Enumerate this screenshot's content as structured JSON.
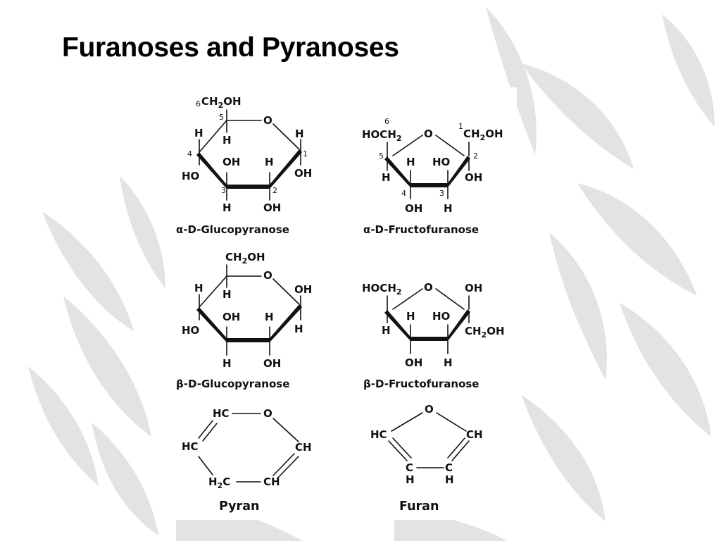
{
  "slide": {
    "title": "Furanoses and Pyranoses"
  },
  "structures": {
    "alpha_glucopyranose": {
      "ch2oh_num": "6",
      "ch2oh_a": "CH",
      "ch2oh_sub": "2",
      "ch2oh_b": "OH",
      "c5_num": "5",
      "o": "O",
      "c5_h": "H",
      "c4_h": "H",
      "c4_num": "4",
      "c4_oh": "HO",
      "c3_oh": "OH",
      "c2_h": "H",
      "c3_num": "3",
      "c2_num": "2",
      "c3_h": "H",
      "c2_oh": "OH",
      "c1_h": "H",
      "c1_num": "1",
      "c1_oh": "OH",
      "caption_sym": "α",
      "caption_d": "-D-",
      "caption_name": "Glucopyranose"
    },
    "alpha_fructofuranose": {
      "c6_num": "6",
      "c6_a": "HOCH",
      "c6_sub": "2",
      "o": "O",
      "c1_num": "1",
      "c1_a": "CH",
      "c1_sub": "2",
      "c1_b": "OH",
      "c5_num": "5",
      "c2_num": "2",
      "c5_h": "H",
      "c4_h": "H",
      "c3_oh": "HO",
      "c2_oh": "OH",
      "c4_num": "4",
      "c3_num": "3",
      "c4_oh": "OH",
      "c3_h": "H",
      "caption_sym": "α",
      "caption_d": "-D-",
      "caption_name": "Fructofuranose"
    },
    "beta_glucopyranose": {
      "ch2oh_a": "CH",
      "ch2oh_sub": "2",
      "ch2oh_b": "OH",
      "o": "O",
      "c4_h": "H",
      "c5_h": "H",
      "c1_oh": "OH",
      "c3_oh": "OH",
      "c2_h": "H",
      "c4_oh": "HO",
      "c1_h": "H",
      "c3_h": "H",
      "c2_oh": "OH",
      "caption_sym": "β",
      "caption_d": "-D-",
      "caption_name": "Glucopyranose"
    },
    "beta_fructofuranose": {
      "c6_a": "HOCH",
      "c6_sub": "2",
      "o": "O",
      "c2_oh": "OH",
      "c4_h": "H",
      "c3_oh": "HO",
      "c5_h": "H",
      "c1_a": "CH",
      "c1_sub": "2",
      "c1_b": "OH",
      "c4_oh": "OH",
      "c3_h": "H",
      "caption_sym": "β",
      "caption_d": "-D-",
      "caption_name": "Fructofuranose"
    },
    "pyran": {
      "hc_top": "HC",
      "o": "O",
      "hc_left": "HC",
      "ch_right": "CH",
      "h2c_a": "H",
      "h2c_sub": "2",
      "h2c_b": "C",
      "ch_bottom": "CH",
      "caption": "Pyran"
    },
    "furan": {
      "o": "O",
      "hc_left": "HC",
      "ch_right": "CH",
      "c_left": "C",
      "c_right": "C",
      "h_left": "H",
      "h_right": "H",
      "caption": "Furan"
    }
  },
  "colors": {
    "background": "#ffffff",
    "leaf_decoration": "#d8d8d8",
    "text": "#000000"
  }
}
